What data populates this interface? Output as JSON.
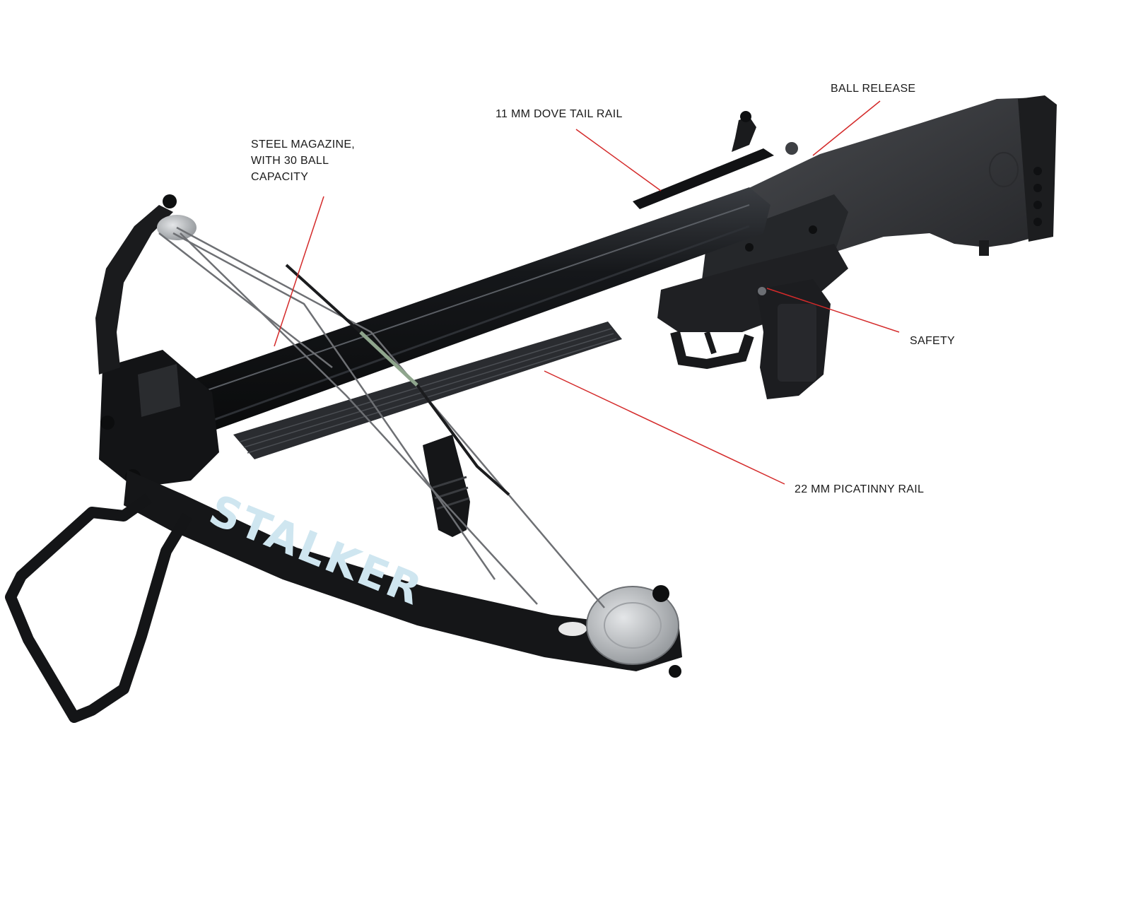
{
  "callouts": {
    "ball_release": "BALL RELEASE",
    "dovetail_rail": "11 MM DOVE TAIL RAIL",
    "magazine": [
      "STEEL MAGAZINE,",
      "WITH 30 BALL",
      "CAPACITY"
    ],
    "safety": "SAFETY",
    "picatinny_rail": "22 MM PICATINNY RAIL"
  },
  "limb_branding": "STALKER",
  "colors": {
    "leader_line": "#d42a2a",
    "body_black": "#1b1b1d",
    "branding_text": "#cfe6f0",
    "cam_metal": "#b9bcc0"
  }
}
